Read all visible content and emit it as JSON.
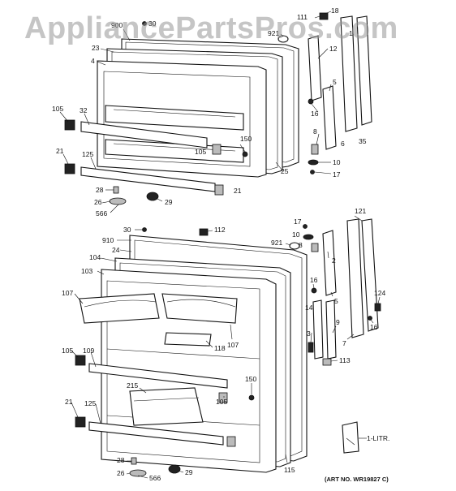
{
  "watermark": "AppliancePartsPros.com",
  "art_number": "(ART NO. WR19827 C)",
  "literature_label": "1-LITR.",
  "upper_door_labels": {
    "l900": "900",
    "l30": "30",
    "l23": "23",
    "l4": "4",
    "l921": "921",
    "l111": "111",
    "l18": "18",
    "l1": "1",
    "l12": "12",
    "l5": "5",
    "l16": "16",
    "l8": "8",
    "l6": "6",
    "l35": "35",
    "l10": "10",
    "l17": "17",
    "l25": "25",
    "l105a": "105",
    "l32": "32",
    "l150": "150",
    "l105b": "105",
    "l21a": "21",
    "l125": "125",
    "l21b": "21",
    "l28": "28",
    "l26": "26",
    "l566": "566",
    "l29": "29"
  },
  "lower_door_labels": {
    "l30": "30",
    "l112": "112",
    "l910": "910",
    "l24": "24",
    "l104": "104",
    "l103": "103",
    "l921": "921",
    "l17": "17",
    "l10": "10",
    "l8": "8",
    "l121": "121",
    "l2": "2",
    "l16a": "16",
    "l14": "14",
    "l5": "5",
    "l124": "124",
    "l107a": "107",
    "l3": "3",
    "l9": "9",
    "l7": "7",
    "l16b": "16",
    "l118": "118",
    "l107b": "107",
    "l105a": "105",
    "l109": "109",
    "l113": "113",
    "l150": "150",
    "l215": "215",
    "l105b": "105",
    "l21": "21",
    "l125": "125",
    "l28": "28",
    "l26": "26",
    "l566": "566",
    "l29": "29",
    "l115": "115"
  }
}
